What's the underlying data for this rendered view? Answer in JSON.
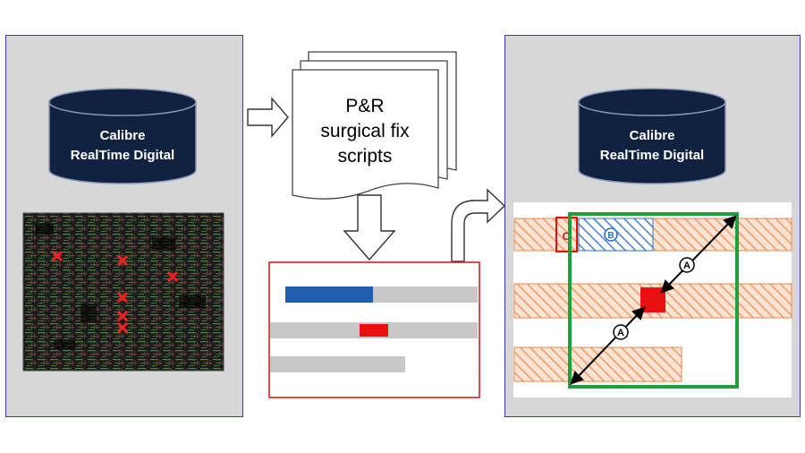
{
  "left_panel": {
    "db_line1": "Calibre",
    "db_line2": "RealTime Digital"
  },
  "right_panel": {
    "db_line1": "Calibre",
    "db_line2": "RealTime Digital"
  },
  "scripts_doc": {
    "line1": "P&R",
    "line2": "surgical fix",
    "line3": "scripts"
  },
  "fix_diagram": {
    "marker_c": "C",
    "marker_b": "B",
    "marker_a1": "A",
    "marker_a2": "A"
  },
  "colors": {
    "panel_bg": "#d7d7d7",
    "panel_border": "#3a3ab0",
    "db_fill": "#112240",
    "error_red": "#e81010",
    "metal_blue": "#1f5ea8",
    "hatch_orange": "#e8894a",
    "window_green": "#1fa03a",
    "track_gray": "#c8c8c8"
  }
}
